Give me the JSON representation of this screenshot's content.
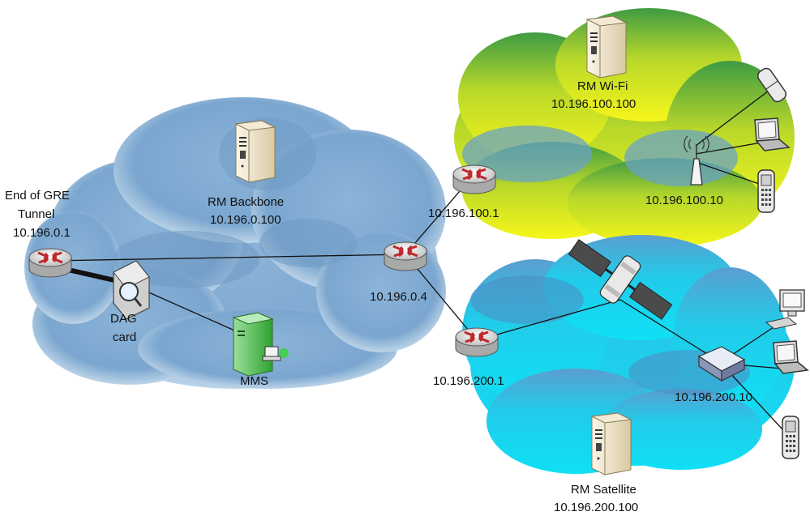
{
  "labels": {
    "gre_line1": "End of GRE",
    "gre_line2": "Tunnel",
    "gre_ip": "10.196.0.1",
    "rm_backbone_name": "RM Backbone",
    "rm_backbone_ip": "10.196.0.100",
    "dag_line1": "DAG",
    "dag_line2": "card",
    "mms": "MMS",
    "core_router_ip": "10.196.0.4",
    "wifi_router_ip": "10.196.100.1",
    "sat_router_ip": "10.196.200.1",
    "rm_wifi_name": "RM Wi-Fi",
    "rm_wifi_ip": "10.196.100.100",
    "access_point_ip": "10.196.100.10",
    "sat_modem_ip": "10.196.200.10",
    "rm_satellite_name": "RM Satellite",
    "rm_satellite_ip": "10.196.200.100"
  },
  "colors": {
    "backbone_cloud": "#7fa9d1",
    "wifi_cloud_top": "#4aa64a",
    "wifi_cloud_bottom": "#f2f217",
    "satellite_cloud": "#19d2f0",
    "router": "#d7d7d7",
    "router_arrows": "#c0282b",
    "mms_server": "#3fbf3f",
    "server": "#e8dcc0"
  }
}
